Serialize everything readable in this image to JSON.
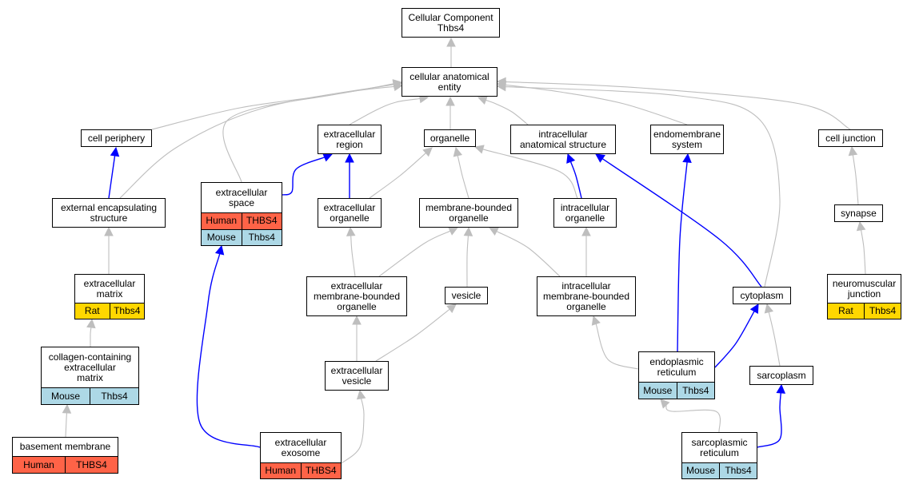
{
  "colors": {
    "human": "#ff6347",
    "mouse": "#add8e6",
    "rat": "#ffd700",
    "gray_edge": "#bebebe",
    "blue_edge": "#0000ff"
  },
  "nodes": {
    "cc": {
      "label": "Cellular Component\nThbs4"
    },
    "cae": {
      "label": "cellular anatomical\nentity"
    },
    "cp": {
      "label": "cell periphery"
    },
    "er": {
      "label": "extracellular\nregion"
    },
    "org": {
      "label": "organelle"
    },
    "ias": {
      "label": "intracellular\nanatomical structure"
    },
    "ems": {
      "label": "endomembrane\nsystem"
    },
    "cj": {
      "label": "cell junction"
    },
    "ees": {
      "label": "external encapsulating\nstructure"
    },
    "es": {
      "label": "extracellular\nspace",
      "rows": [
        {
          "species": "human",
          "cells": [
            "Human",
            "THBS4"
          ]
        },
        {
          "species": "mouse",
          "cells": [
            "Mouse",
            "Thbs4"
          ]
        }
      ]
    },
    "eo": {
      "label": "extracellular\norganelle"
    },
    "mbo": {
      "label": "membrane-bounded\norganelle"
    },
    "io": {
      "label": "intracellular\norganelle"
    },
    "syn": {
      "label": "synapse"
    },
    "em": {
      "label": "extracellular\nmatrix",
      "rows": [
        {
          "species": "rat",
          "cells": [
            "Rat",
            "Thbs4"
          ]
        }
      ]
    },
    "embo": {
      "label": "extracellular\nmembrane-bounded\norganelle"
    },
    "ves": {
      "label": "vesicle"
    },
    "imbo": {
      "label": "intracellular\nmembrane-bounded\norganelle"
    },
    "cyto": {
      "label": "cytoplasm"
    },
    "nmj": {
      "label": "neuromuscular\njunction",
      "rows": [
        {
          "species": "rat",
          "cells": [
            "Rat",
            "Thbs4"
          ]
        }
      ]
    },
    "ccem": {
      "label": "collagen-containing\nextracellular\nmatrix",
      "rows": [
        {
          "species": "mouse",
          "cells": [
            "Mouse",
            "Thbs4"
          ]
        }
      ]
    },
    "ev": {
      "label": "extracellular\nvesicle"
    },
    "endo": {
      "label": "endoplasmic\nreticulum",
      "rows": [
        {
          "species": "mouse",
          "cells": [
            "Mouse",
            "Thbs4"
          ]
        }
      ]
    },
    "sarco": {
      "label": "sarcoplasm"
    },
    "bm": {
      "label": "basement membrane",
      "rows": [
        {
          "species": "human",
          "cells": [
            "Human",
            "THBS4"
          ]
        }
      ]
    },
    "exo": {
      "label": "extracellular\nexosome",
      "rows": [
        {
          "species": "human",
          "cells": [
            "Human",
            "THBS4"
          ]
        }
      ]
    },
    "sr": {
      "label": "sarcoplasmic\nreticulum",
      "rows": [
        {
          "species": "mouse",
          "cells": [
            "Mouse",
            "Thbs4"
          ]
        }
      ]
    }
  },
  "edges": [
    {
      "from": "cae",
      "to": "cc",
      "color": "gray"
    },
    {
      "from": "cp",
      "to": "cae",
      "color": "gray"
    },
    {
      "from": "ees",
      "to": "cae",
      "color": "gray"
    },
    {
      "from": "es",
      "to": "cae",
      "color": "gray"
    },
    {
      "from": "er",
      "to": "cae",
      "color": "gray"
    },
    {
      "from": "org",
      "to": "cae",
      "color": "gray"
    },
    {
      "from": "ias",
      "to": "cae",
      "color": "gray"
    },
    {
      "from": "ems",
      "to": "cae",
      "color": "gray"
    },
    {
      "from": "cj",
      "to": "cae",
      "color": "gray"
    },
    {
      "from": "cyto",
      "to": "cae",
      "color": "gray"
    },
    {
      "from": "ees",
      "to": "cp",
      "color": "blue"
    },
    {
      "from": "es",
      "to": "er",
      "color": "blue"
    },
    {
      "from": "eo",
      "to": "er",
      "color": "blue"
    },
    {
      "from": "eo",
      "to": "org",
      "color": "gray"
    },
    {
      "from": "mbo",
      "to": "org",
      "color": "gray"
    },
    {
      "from": "io",
      "to": "org",
      "color": "gray"
    },
    {
      "from": "io",
      "to": "ias",
      "color": "blue"
    },
    {
      "from": "cyto",
      "to": "ias",
      "color": "blue"
    },
    {
      "from": "endo",
      "to": "ems",
      "color": "blue"
    },
    {
      "from": "syn",
      "to": "cj",
      "color": "gray"
    },
    {
      "from": "em",
      "to": "ees",
      "color": "gray"
    },
    {
      "from": "embo",
      "to": "eo",
      "color": "gray"
    },
    {
      "from": "embo",
      "to": "mbo",
      "color": "gray"
    },
    {
      "from": "ves",
      "to": "mbo",
      "color": "gray"
    },
    {
      "from": "imbo",
      "to": "mbo",
      "color": "gray"
    },
    {
      "from": "imbo",
      "to": "io",
      "color": "gray"
    },
    {
      "from": "nmj",
      "to": "syn",
      "color": "gray"
    },
    {
      "from": "ccem",
      "to": "em",
      "color": "gray"
    },
    {
      "from": "ev",
      "to": "embo",
      "color": "gray"
    },
    {
      "from": "ev",
      "to": "ves",
      "color": "gray"
    },
    {
      "from": "endo",
      "to": "imbo",
      "color": "gray"
    },
    {
      "from": "endo",
      "to": "cyto",
      "color": "blue"
    },
    {
      "from": "sarco",
      "to": "cyto",
      "color": "gray"
    },
    {
      "from": "bm",
      "to": "ccem",
      "color": "gray"
    },
    {
      "from": "exo",
      "to": "es",
      "color": "blue"
    },
    {
      "from": "exo",
      "to": "ev",
      "color": "gray"
    },
    {
      "from": "sr",
      "to": "endo",
      "color": "gray"
    },
    {
      "from": "sr",
      "to": "sarco",
      "color": "blue"
    }
  ]
}
